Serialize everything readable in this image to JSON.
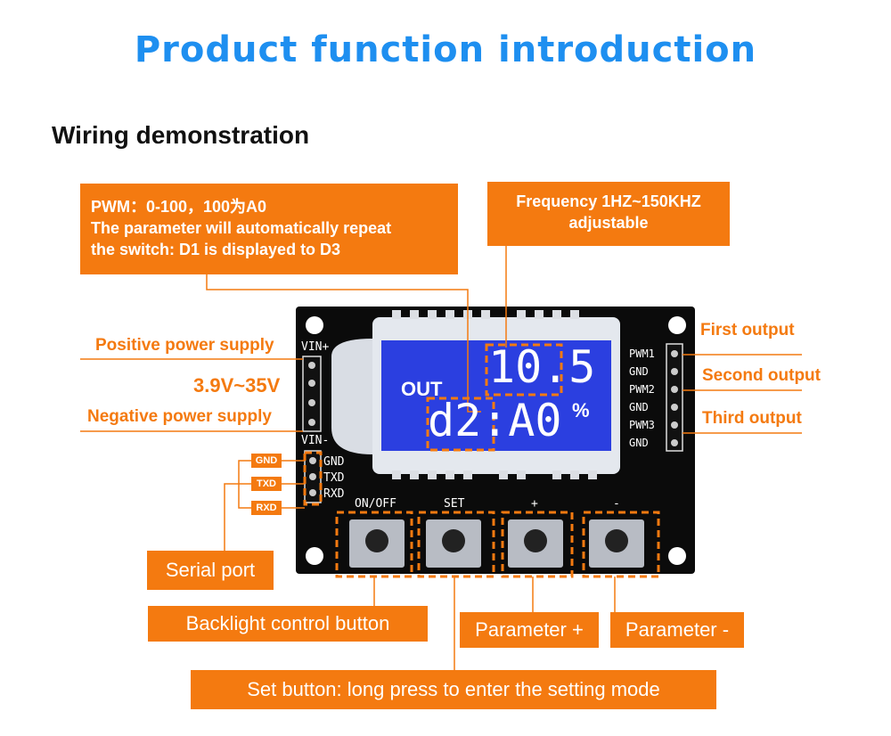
{
  "title": "Product function introduction",
  "subtitle": "Wiring demonstration",
  "callouts": {
    "pwm_line1": "PWM：0-100，100为A0",
    "pwm_line2": "The parameter will automatically repeat",
    "pwm_line3": "the switch: D1 is displayed to D3",
    "freq_line1": "Frequency 1HZ~150KHZ",
    "freq_line2": "adjustable",
    "positive_power": "Positive power supply",
    "voltage": "3.9V~35V",
    "negative_power": "Negative power supply",
    "first_output": "First output",
    "second_output": "Second output",
    "third_output": "Third output",
    "serial_port": "Serial port",
    "backlight": "Backlight control button",
    "param_plus": "Parameter +",
    "param_minus": "Parameter -",
    "set_button": "Set button: long press to enter the setting mode"
  },
  "serial_tags": [
    "GND",
    "TXD",
    "RXD"
  ],
  "board": {
    "vin_plus": "VIN+",
    "vin_minus": "VIN-",
    "left_pins": [
      "GND",
      "TXD",
      "RXD"
    ],
    "right_pins": [
      "PWM1",
      "GND",
      "PWM2",
      "GND",
      "PWM3",
      "GND"
    ],
    "buttons": [
      "ON/OFF",
      "SET",
      "+",
      "-"
    ],
    "lcd_out": "OUT",
    "lcd_top": "10.5",
    "lcd_bottom": "d2:A0",
    "lcd_unit": "%"
  },
  "colors": {
    "accent": "#f47a10",
    "title": "#1e8ff0",
    "lcd": "#2b3fe0",
    "pcb": "#0b0b0b"
  }
}
